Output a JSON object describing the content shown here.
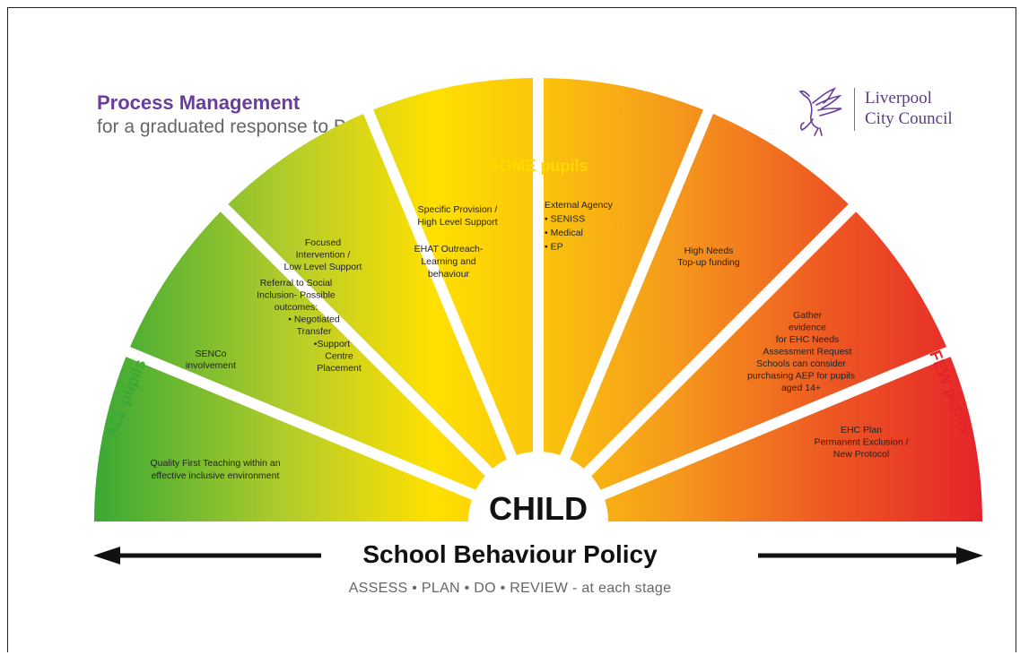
{
  "header": {
    "title": "Process Management",
    "subtitle": "for a graduated response to Behavioural Issues"
  },
  "logo": {
    "icon": "liver-bird-icon",
    "line1": "Liverpool",
    "line2": "City Council"
  },
  "groups": {
    "all": "ALL pupils",
    "some": "SOME pupils",
    "few": "FEW pupils"
  },
  "segments": [
    {
      "lines": [
        "Quality First Teaching within an",
        "effective inclusive environment"
      ]
    },
    {
      "lines": [
        "SENCo",
        "involvement"
      ]
    },
    {
      "lines": [
        "Focused",
        "Intervention /",
        "Low Level Support",
        "Referral to Social",
        "Inclusion- Possible",
        "outcomes:",
        "• Negotiated",
        "Transfer",
        "•Support",
        "Centre",
        "Placement"
      ]
    },
    {
      "lines": [
        "Specific Provision /",
        "High Level Support",
        "EHAT Outreach-",
        "Learning and",
        "behaviour"
      ]
    },
    {
      "lines": [
        "External Agency",
        "• SENISS",
        "• Medical",
        "• EP"
      ]
    },
    {
      "lines": [
        "High Needs",
        "Top-up funding"
      ]
    },
    {
      "lines": [
        "Gather",
        "evidence",
        "for EHC Needs",
        "Assessment Request",
        "Schools can consider",
        "purchasing AEP for pupils",
        "aged 14+"
      ]
    },
    {
      "lines": [
        "EHC Plan",
        "Permanent Exclusion /",
        "New Protocol"
      ]
    }
  ],
  "center": "CHILD",
  "footer": {
    "policy": "School Behaviour Policy",
    "steps": "ASSESS • PLAN • DO • REVIEW - at each stage"
  },
  "colors": {
    "green": "#3aa935",
    "yellow": "#ffd800",
    "orange": "#f59a1c",
    "red": "#e4232a",
    "title_purple": "#6a3d9a"
  }
}
